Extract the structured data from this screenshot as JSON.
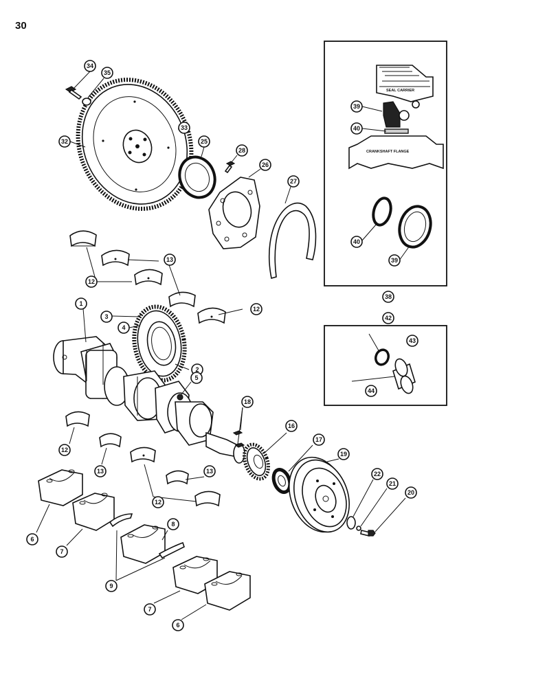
{
  "page": {
    "number": "30"
  },
  "inset": {
    "seal_carrier_label": "SEAL CARRIER",
    "crankshaft_flange_label": "CRANKSHAFT FLANGE"
  },
  "callouts": {
    "c1": "1",
    "c2": "2",
    "c3": "3",
    "c4": "4",
    "c5": "5",
    "c6a": "6",
    "c6b": "6",
    "c7a": "7",
    "c7b": "7",
    "c8": "8",
    "c9": "9",
    "c12a": "12",
    "c12b": "12",
    "c12c": "12",
    "c12d": "12",
    "c13a": "13",
    "c13b": "13",
    "c13c": "13",
    "c16": "16",
    "c17": "17",
    "c18": "18",
    "c19": "19",
    "c20": "20",
    "c21": "21",
    "c22": "22",
    "c25": "25",
    "c26": "26",
    "c27": "27",
    "c28": "28",
    "c32": "32",
    "c33": "33",
    "c34": "34",
    "c35": "35",
    "c38": "38",
    "c39a": "39",
    "c39b": "39",
    "c40a": "40",
    "c40b": "40",
    "c42": "42",
    "c43": "43",
    "c44": "44"
  }
}
